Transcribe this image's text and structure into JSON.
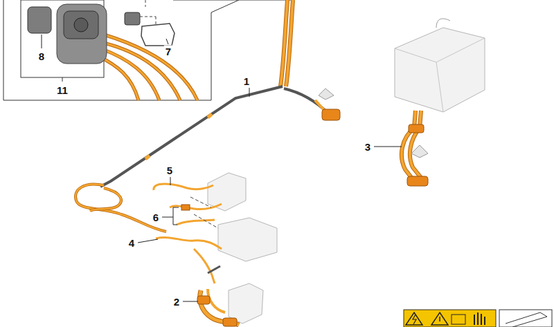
{
  "diagram": {
    "labels": [
      "1",
      "2",
      "3",
      "4",
      "5",
      "6",
      "7",
      "8",
      "11"
    ]
  }
}
